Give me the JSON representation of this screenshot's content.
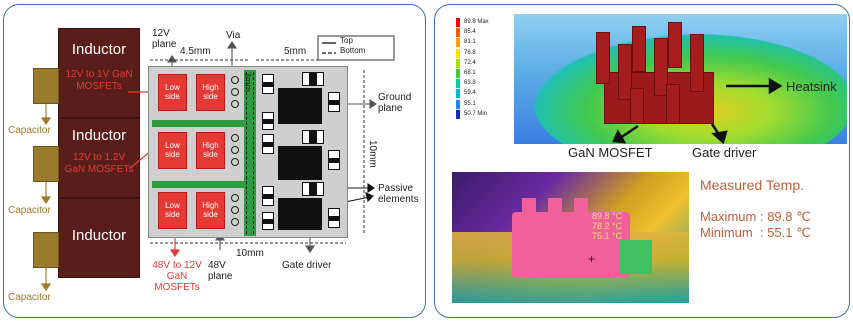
{
  "left_diagram": {
    "inductors": [
      {
        "label": "Inductor",
        "sub": "12V to 1V GaN MOSFETs"
      },
      {
        "label": "Inductor",
        "sub": "12V to 1.2V GaN MOSFETs"
      },
      {
        "label": "Inductor",
        "sub": ""
      }
    ],
    "capacitor_label": "Capacitor",
    "fet_low": "Low side",
    "fet_high": "High side",
    "labels": {
      "plane_12v": "12V plane",
      "via": "Via",
      "dim_4_5mm": "4.5mm",
      "dim_5mm": "5mm",
      "dim_3mm": "3mm",
      "dim_10mm_right": "10mm",
      "dim_10mm_bottom": "10mm",
      "ground_plane": "Ground plane",
      "passive_elements": "Passive elements",
      "gate_driver": "Gate driver",
      "plane_48v": "48V plane",
      "mosfets_48v": "48V to 12V GaN MOSFETs",
      "legend_top": "Top",
      "legend_bottom": "Bottom"
    },
    "colors": {
      "inductor": "#5a1e1a",
      "capacitor": "#9a7a2c",
      "fet": "#e53935",
      "trace": "#2e9c3f",
      "board": "#cfcfcf",
      "border": "#3b6fb0"
    }
  },
  "right_panel": {
    "simulation": {
      "legend": [
        "89.8 Max",
        "85.4",
        "81.1",
        "76.8",
        "72.4",
        "68.1",
        "63.8",
        "59.4",
        "55.1",
        "50.7 Min"
      ],
      "legend_colors": [
        "#ff0000",
        "#ff5a00",
        "#ffa000",
        "#ffe000",
        "#a8e000",
        "#38d038",
        "#00d0a0",
        "#00b8e0",
        "#2080ff",
        "#1030c0"
      ],
      "heatsink_label": "Heatsink",
      "mosfet_label": "GaN MOSFET",
      "gate_driver_label": "Gate driver"
    },
    "measurement": {
      "title": "Measured Temp.",
      "maximum_label": "Maximum",
      "maximum_value": "89.8 ℃",
      "minimum_label": "Minimum",
      "minimum_value": "55.1 ℃",
      "overlay_lines": [
        "89.8 °C",
        "78.2 °C",
        "75.1 °C"
      ]
    }
  }
}
